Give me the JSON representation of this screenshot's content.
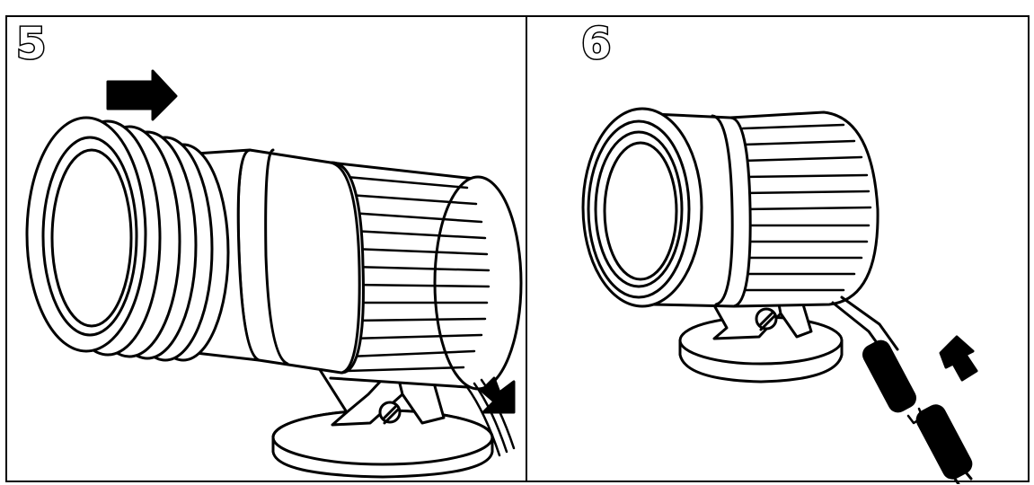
{
  "panels": [
    {
      "step": "5",
      "description_icon": "lamp-fitting-unscrew-lens"
    },
    {
      "step": "6",
      "description_icon": "lamp-fitting-connect-wires"
    }
  ],
  "colors": {
    "ink": "#000000",
    "paper": "#ffffff"
  }
}
